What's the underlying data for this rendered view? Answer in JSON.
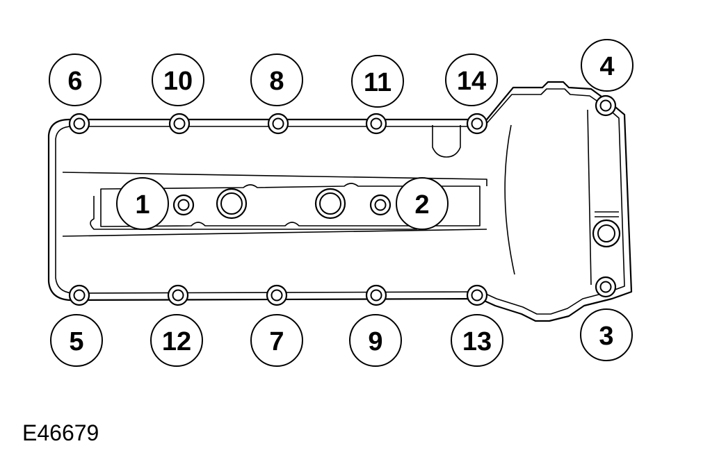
{
  "figure_code": "E46679",
  "callouts": [
    {
      "label": "1"
    },
    {
      "label": "2"
    },
    {
      "label": "3"
    },
    {
      "label": "4"
    },
    {
      "label": "5"
    },
    {
      "label": "6"
    },
    {
      "label": "7"
    },
    {
      "label": "8"
    },
    {
      "label": "9"
    },
    {
      "label": "10"
    },
    {
      "label": "11"
    },
    {
      "label": "12"
    },
    {
      "label": "13"
    },
    {
      "label": "14"
    }
  ]
}
